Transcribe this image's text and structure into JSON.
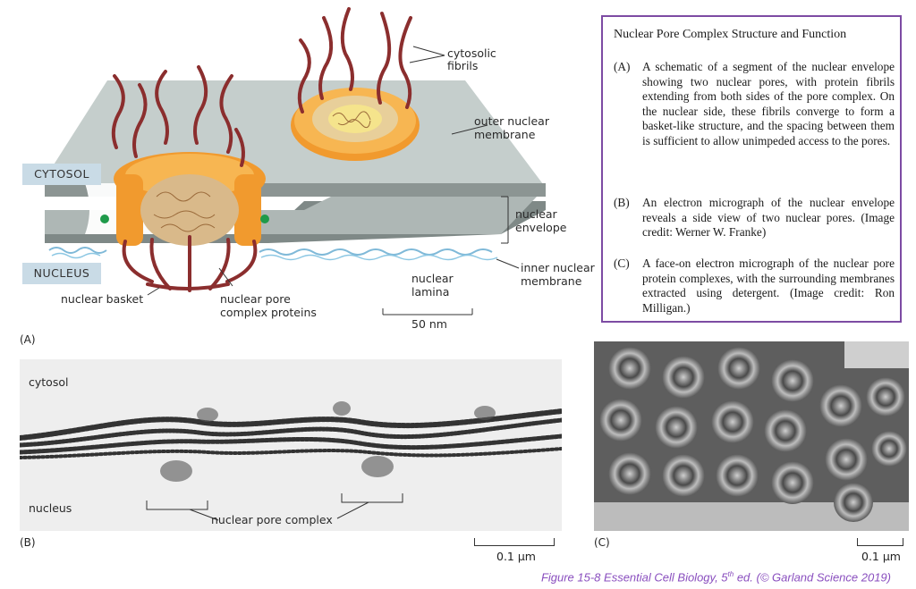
{
  "panel_a": {
    "letter": "(A)",
    "tag_cytosol": "CYTOSOL",
    "tag_nucleus": "NUCLEUS",
    "labels": {
      "cytosolic_fibrils_1": "cytosolic",
      "cytosolic_fibrils_2": "fibrils",
      "outer_membrane_1": "outer nuclear",
      "outer_membrane_2": "membrane",
      "nuclear_envelope_1": "nuclear",
      "nuclear_envelope_2": "envelope",
      "inner_membrane_1": "inner nuclear",
      "inner_membrane_2": "membrane",
      "nuclear_lamina_1": "nuclear",
      "nuclear_lamina_2": "lamina",
      "nuclear_basket": "nuclear basket",
      "npc_proteins_1": "nuclear pore",
      "npc_proteins_2": "complex proteins",
      "scale": "50 nm"
    }
  },
  "caption": {
    "title": "Nuclear Pore Complex Structure and Function",
    "items": [
      {
        "letter": "(A)",
        "text": "A schematic of a segment of the nuclear envelope showing two nuclear pores, with protein fibrils extending from both sides of the pore complex. On the nuclear side, these fibrils converge to form a basket-like structure, and the spacing between them is sufficient to allow unimpeded access to the pores."
      },
      {
        "letter": "(B)",
        "text": "An electron micrograph of the nuclear envelope reveals a side view of two nuclear pores. (Image credit: Werner W. Franke)"
      },
      {
        "letter": "(C)",
        "text": "A face-on electron micrograph of the nuclear pore protein complexes, with the surrounding membranes extracted using detergent. (Image credit: Ron Milligan.)"
      }
    ]
  },
  "panel_b": {
    "letter": "(B)",
    "cytosol": "cytosol",
    "nucleus": "nucleus",
    "npc_label": "nuclear pore complex",
    "scale": "0.1 µm"
  },
  "panel_c": {
    "letter": "(C)",
    "scale": "0.1 µm"
  },
  "footer": {
    "prefix": "Figure 15-8   Essential Cell Biology, 5",
    "sup": "th",
    "suffix": " ed. (© Garland Science 2019)"
  },
  "colors": {
    "caption_border": "#7d4ba3",
    "footer": "#8a4fbf",
    "membrane": "#b8c2c0",
    "pore_orange": "#f19a2e",
    "fibril": "#8b2e2e",
    "lamina": "#7fb9d8",
    "tag_bg": "#c9dbe6"
  }
}
